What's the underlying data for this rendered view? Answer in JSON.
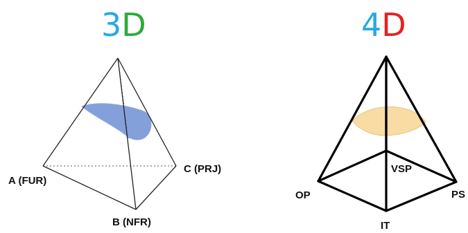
{
  "left": {
    "title_part1": "3",
    "title_part2": "D",
    "title_part1_color": "#29a8e0",
    "title_part2_color": "#2bab3b",
    "labels": {
      "a": "A (FUR)",
      "b": "B (NFR)",
      "c": "C (PRJ)"
    },
    "region_color": "#6f8fd4"
  },
  "right": {
    "title_part1": "4",
    "title_part2": "D",
    "title_part1_color": "#29a8e0",
    "title_part2_color": "#e82020",
    "labels": {
      "op": "OP",
      "ps": "PS",
      "it": "IT",
      "vsp": "VSP"
    },
    "region_color": "#f7d89a"
  }
}
